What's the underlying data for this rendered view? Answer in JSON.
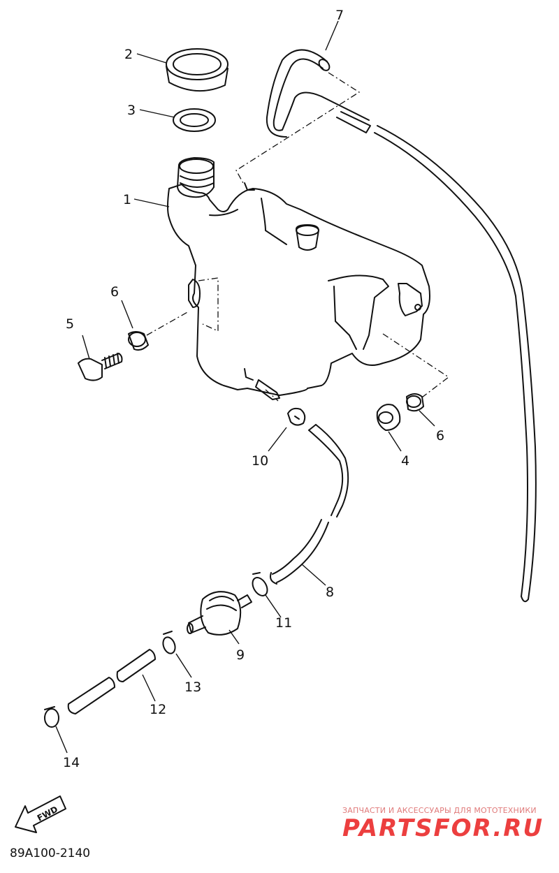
{
  "diagram": {
    "part_callouts": [
      {
        "id": "1",
        "label": "1"
      },
      {
        "id": "2",
        "label": "2"
      },
      {
        "id": "3",
        "label": "3"
      },
      {
        "id": "4",
        "label": "4"
      },
      {
        "id": "5",
        "label": "5"
      },
      {
        "id": "6a",
        "label": "6"
      },
      {
        "id": "6b",
        "label": "6"
      },
      {
        "id": "7",
        "label": "7"
      },
      {
        "id": "8",
        "label": "8"
      },
      {
        "id": "9",
        "label": "9"
      },
      {
        "id": "10",
        "label": "10"
      },
      {
        "id": "11",
        "label": "11"
      },
      {
        "id": "12",
        "label": "12"
      },
      {
        "id": "13",
        "label": "13"
      },
      {
        "id": "14",
        "label": "14"
      }
    ],
    "fwd_label": "FWD",
    "diagram_code": "89A100-2140"
  },
  "watermark": {
    "subtitle": "ЗАПЧАСТИ И АКСЕССУАРЫ ДЛЯ МОТОТЕХНИКИ",
    "brand": "PARTSFOR.RU",
    "color": "#ec3f3f"
  }
}
